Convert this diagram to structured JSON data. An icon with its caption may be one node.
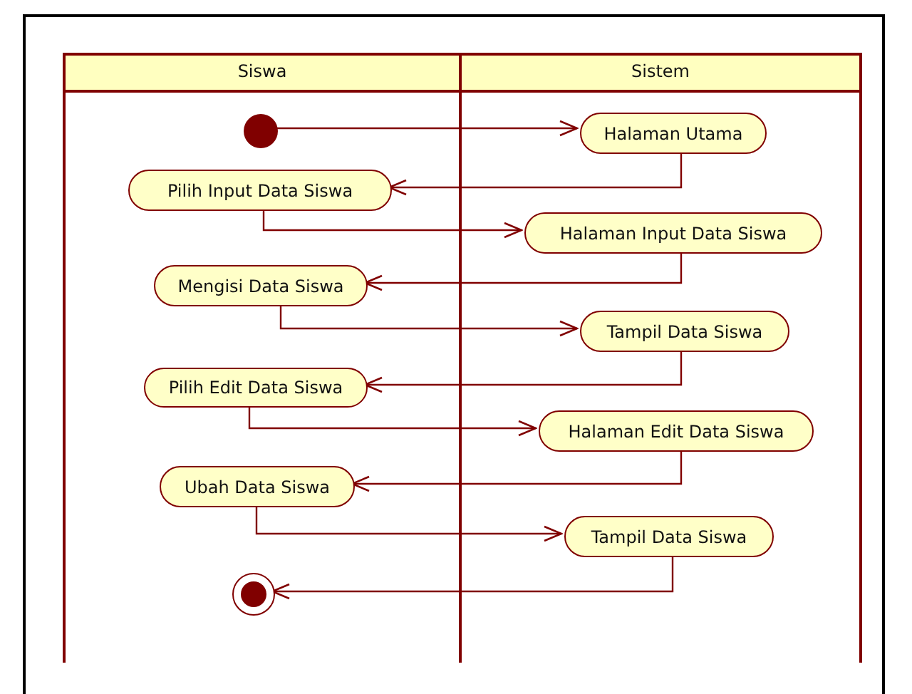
{
  "diagram": {
    "nodes": [
      {
        "text": [
          "Siswa"
        ]
      },
      {
        "text": [
          "Sistem"
        ]
      },
      {
        "text": [],
        "shape": "circle",
        "in": 0
      },
      {
        "text": [
          "Halaman Utama"
        ],
        "in": 1
      },
      {
        "text": [
          "Pilih Input Data Siswa"
        ],
        "in": 0
      },
      {
        "text": [
          "Halaman Input Data Siswa"
        ],
        "in": 1
      },
      {
        "text": [
          "Mengisi Data Siswa"
        ],
        "in": 0
      },
      {
        "text": [
          "Tampil Data Siswa"
        ],
        "in": 1
      },
      {
        "text": [
          "Pilih Edit Data Siswa"
        ],
        "in": 0
      },
      {
        "text": [
          "Halaman Edit Data Siswa"
        ],
        "in": 1
      },
      {
        "text": [
          "Ubah Data Siswa"
        ],
        "in": 0
      },
      {
        "text": [
          "Tampil Data Siswa"
        ],
        "in": 1
      },
      {
        "text": [],
        "shape": "circle",
        "in": 0
      }
    ],
    "edges": [
      {
        "from": 2,
        "to": 3,
        "arrow": "to"
      },
      {
        "from": 3,
        "to": 4,
        "arrow": "to"
      },
      {
        "from": 4,
        "to": 5,
        "arrow": "to"
      },
      {
        "from": 5,
        "to": 6,
        "arrow": "to"
      },
      {
        "from": 6,
        "to": 7,
        "arrow": "to"
      },
      {
        "from": 7,
        "to": 8,
        "arrow": "to"
      },
      {
        "from": 8,
        "to": 9,
        "arrow": "to"
      },
      {
        "from": 9,
        "to": 10,
        "arrow": "to"
      },
      {
        "from": 10,
        "to": 11,
        "arrow": "to"
      },
      {
        "from": 11,
        "to": 12,
        "arrow": "to"
      }
    ]
  }
}
